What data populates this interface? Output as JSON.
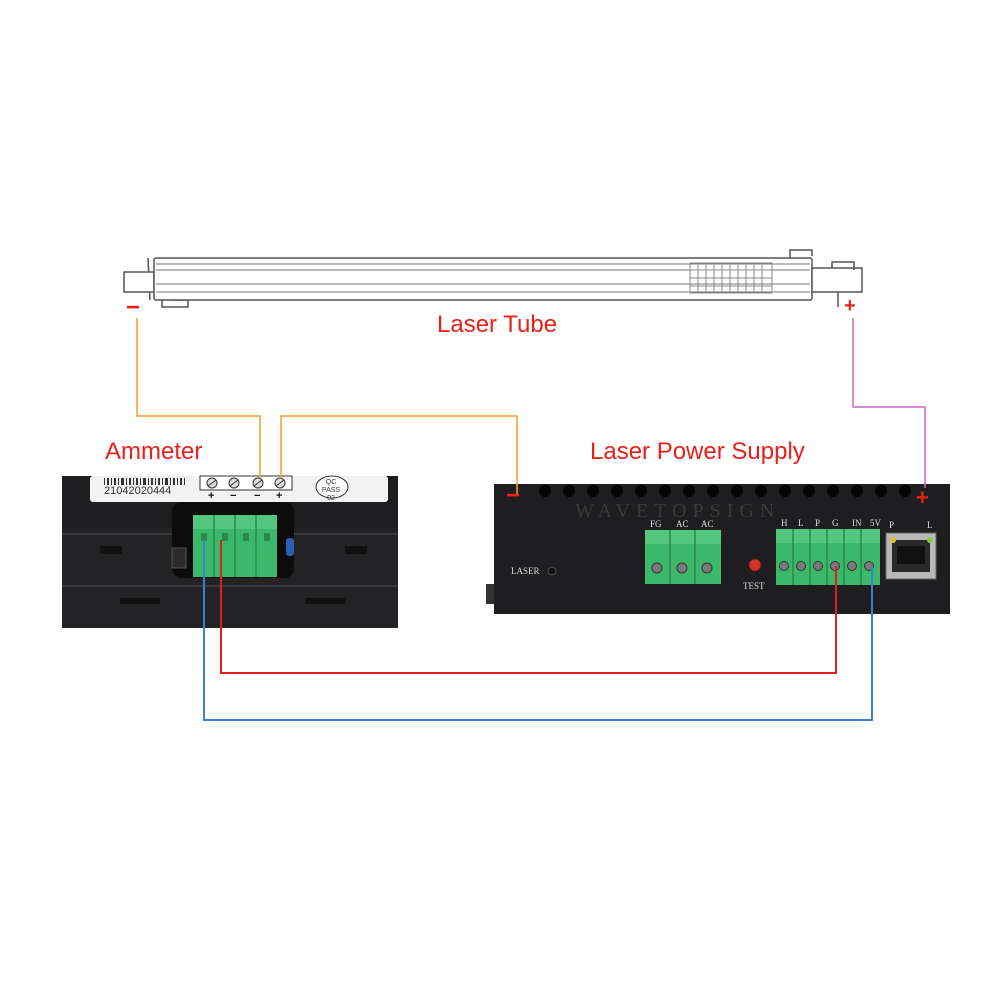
{
  "labels": {
    "laser_tube": "Laser Tube",
    "ammeter": "Ammeter",
    "laser_power_supply": "Laser Power Supply"
  },
  "polarity": {
    "tube_negative": "−",
    "tube_positive": "+",
    "psu_negative": "−",
    "psu_positive": "+"
  },
  "ammeter": {
    "serial": "21042020444",
    "terminal_marks": [
      "+",
      "−",
      "−",
      "+"
    ],
    "badge": [
      "QC",
      "PASS",
      "02"
    ]
  },
  "power_supply": {
    "watermark": "WAVETOPSIGN",
    "laser_indicator": "LASER",
    "test_button": "TEST",
    "input_pins": [
      "FG",
      "AC",
      "AC"
    ],
    "control_pins": [
      "H",
      "L",
      "P",
      "G",
      "IN",
      "5V"
    ],
    "port_pins": [
      "P",
      "L"
    ]
  },
  "colors": {
    "label_red": "#e8201a",
    "wire_orange": "#f0a030",
    "wire_purple": "#cc66cc",
    "wire_red": "#e02020",
    "wire_blue": "#3a7fd0",
    "terminal_green": "#3cb86a",
    "device_body": "#1e1e20"
  }
}
